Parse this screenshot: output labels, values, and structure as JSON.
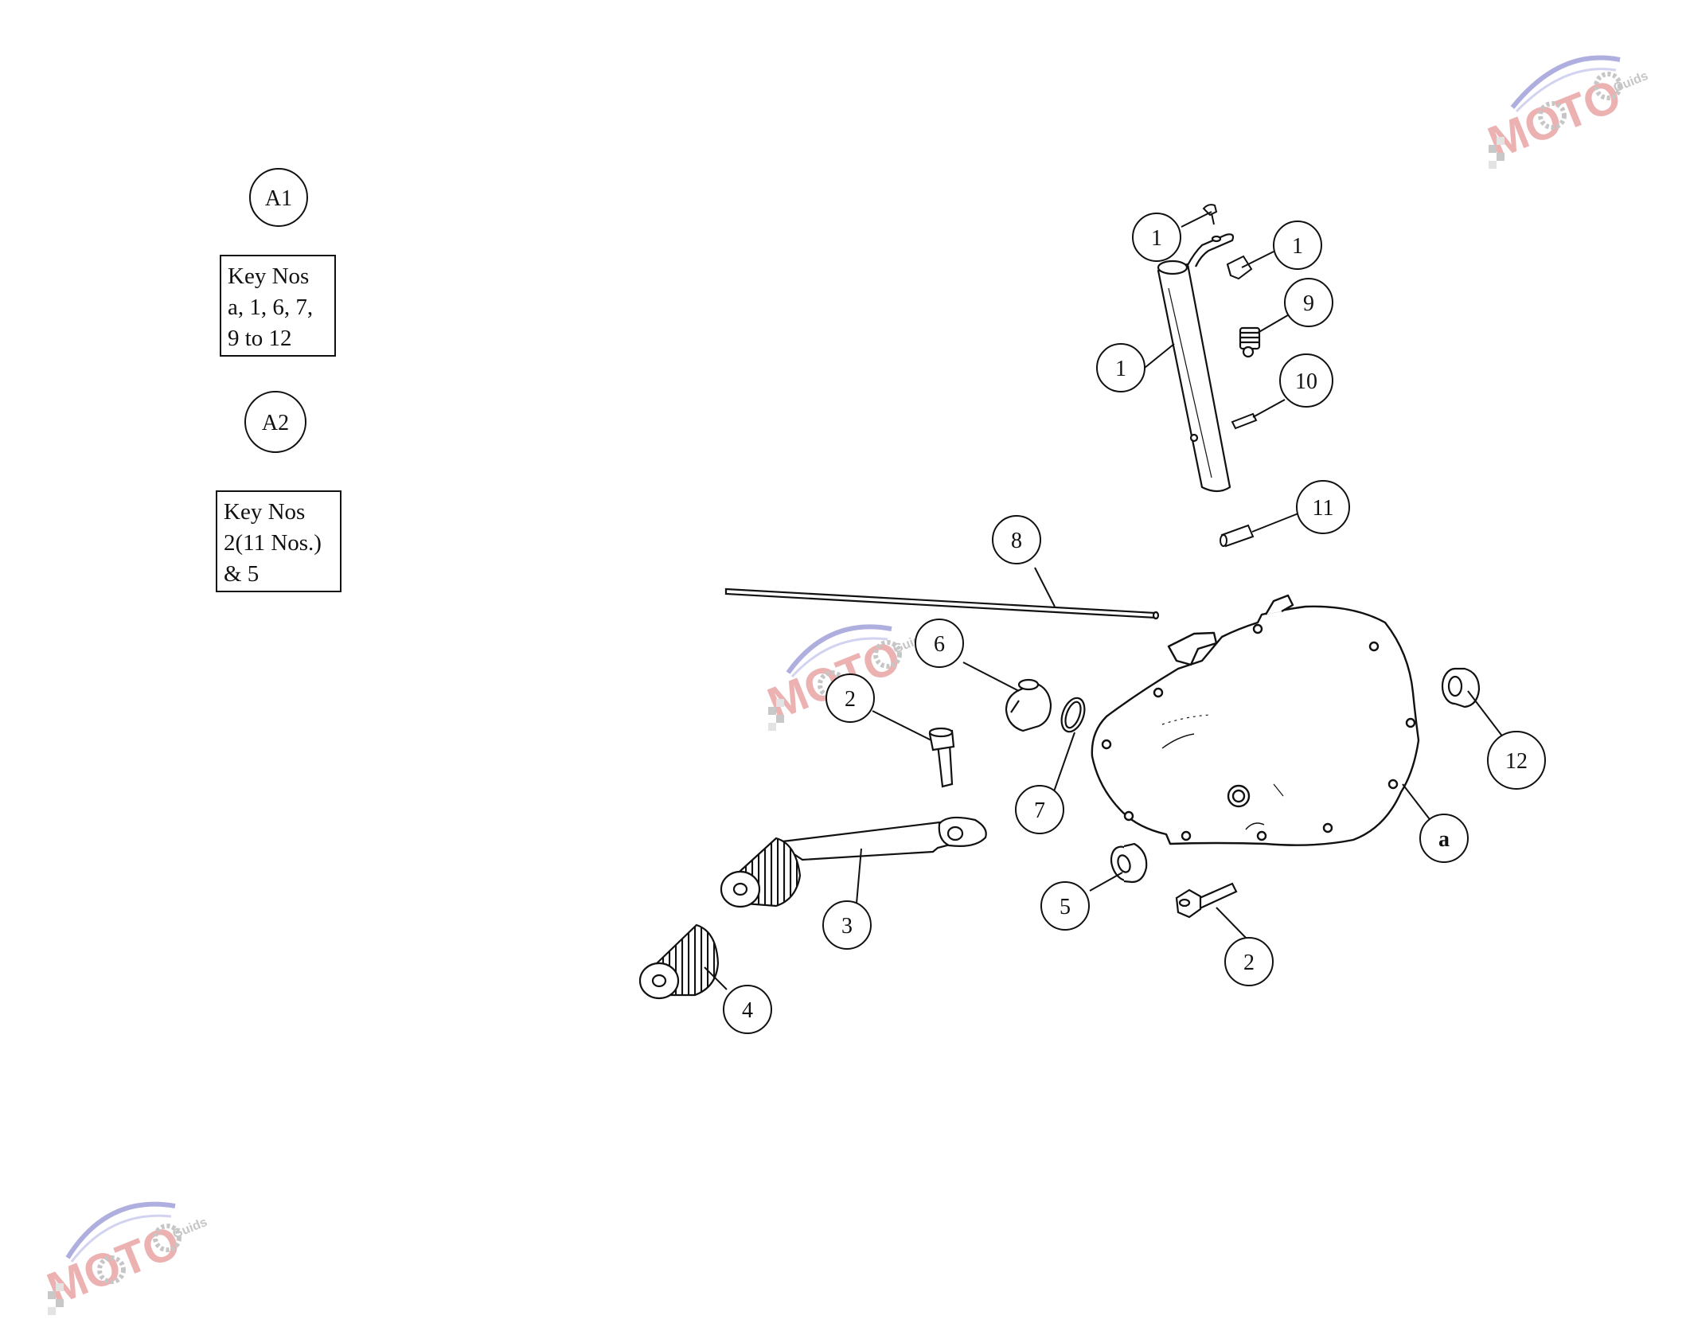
{
  "groups": [
    {
      "label": "A1",
      "key_lines": [
        "Key Nos",
        "a, 1, 6, 7,",
        "9 to 12"
      ]
    },
    {
      "label": "A2",
      "key_lines": [
        "Key Nos",
        "2(11 Nos.)",
        "& 5"
      ]
    }
  ],
  "callouts": [
    {
      "id": "c1a",
      "label": "1"
    },
    {
      "id": "c1b",
      "label": "1"
    },
    {
      "id": "c1c",
      "label": "1"
    },
    {
      "id": "c9",
      "label": "9"
    },
    {
      "id": "c10",
      "label": "10"
    },
    {
      "id": "c11",
      "label": "11"
    },
    {
      "id": "c8",
      "label": "8"
    },
    {
      "id": "c6",
      "label": "6"
    },
    {
      "id": "c2a",
      "label": "2"
    },
    {
      "id": "c7",
      "label": "7"
    },
    {
      "id": "c12",
      "label": "12"
    },
    {
      "id": "ca",
      "label": "a"
    },
    {
      "id": "c3",
      "label": "3"
    },
    {
      "id": "c5",
      "label": "5"
    },
    {
      "id": "c2b",
      "label": "2"
    },
    {
      "id": "c4",
      "label": "4"
    }
  ],
  "watermark": {
    "main": "MOTO",
    "sub": "Guids"
  },
  "colors": {
    "line": "#111111",
    "watermark_red": "#e8a0a0",
    "watermark_blue": "#9a9ad8",
    "watermark_gray": "#b8b8b8"
  }
}
